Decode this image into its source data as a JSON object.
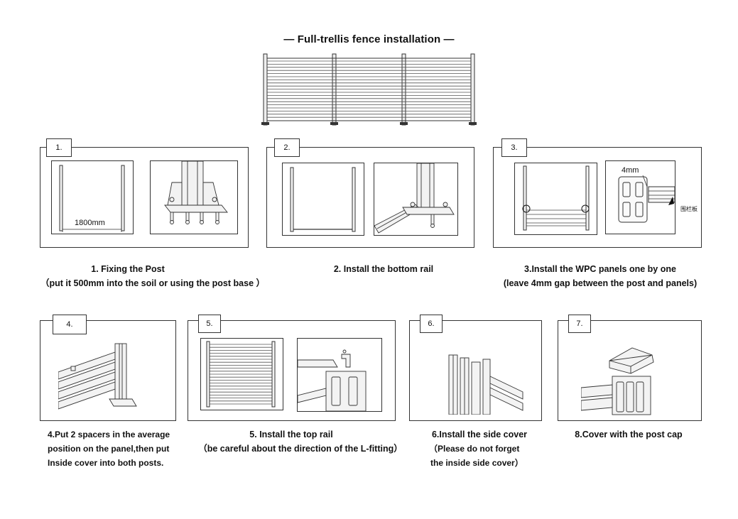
{
  "title": "— Full-trellis fence installation —",
  "steps": [
    {
      "num": "1.",
      "line1": "1.  Fixing the Post",
      "line2": "（put it 500mm into the soil or using the post base  ）",
      "dim_label": "1800mm"
    },
    {
      "num": "2.",
      "line1": "2. Install the bottom rail"
    },
    {
      "num": "3.",
      "line1": "3.Install the WPC panels one by one",
      "line2": "(leave 4mm gap between the post and panels)",
      "gap_label": "4mm",
      "part_label": "围栏板"
    },
    {
      "num": "4.",
      "line1": "4.Put 2 spacers in the average",
      "line2": "position on the panel,then put",
      "line3": "Inside cover into both posts."
    },
    {
      "num": "5.",
      "line1": "5. Install the top rail",
      "line2": "（be careful about the direction of the L-fitting）"
    },
    {
      "num": "6.",
      "line1": "6.Install the side cover",
      "line2": "（Please do not forget",
      "line3": "the inside side cover）"
    },
    {
      "num": "7.",
      "line1": "8.Cover with the post cap"
    }
  ]
}
